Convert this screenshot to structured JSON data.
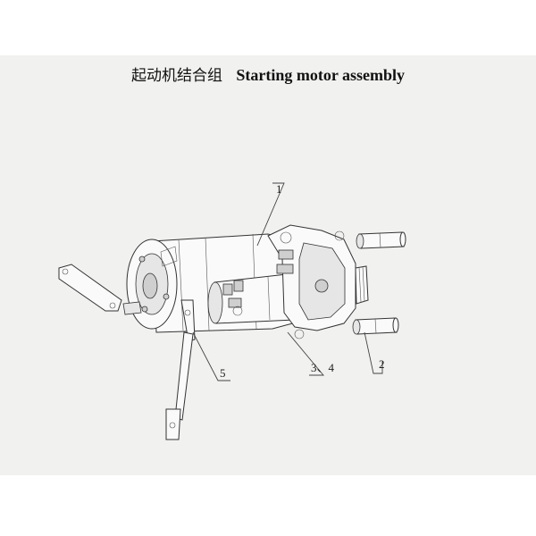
{
  "title": {
    "chinese": "起动机结合组",
    "english": "Starting motor assembly"
  },
  "callouts": [
    {
      "id": "1",
      "text": "1"
    },
    {
      "id": "2",
      "text": "2"
    },
    {
      "id": "3-4",
      "text": "3、4"
    },
    {
      "id": "5",
      "text": "5"
    }
  ]
}
